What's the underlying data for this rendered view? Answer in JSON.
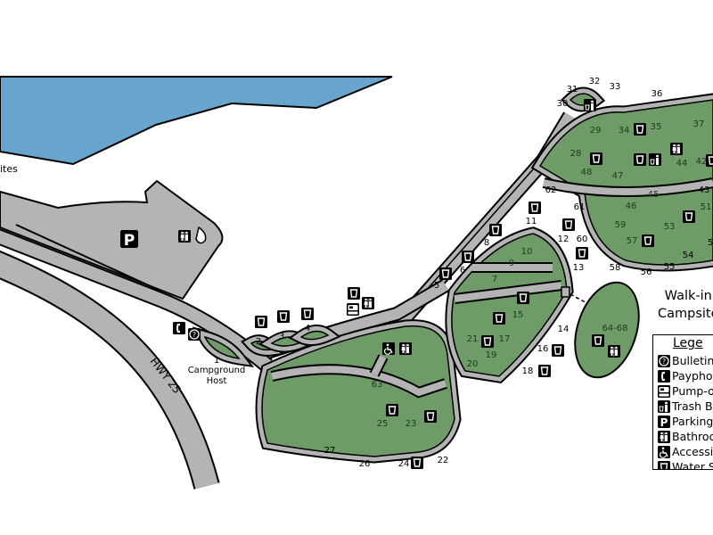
{
  "colors": {
    "water": "#68a5cc",
    "road": "#b4b4b4",
    "campsite_area": "#6e9b67",
    "outline": "#000000"
  },
  "labels": {
    "sites_partial": "ites",
    "highway": "HWY 25",
    "campground_host_number": "1",
    "campground_host_line1": "Campground",
    "campground_host_line2": "Host",
    "walk_in_line1": "Walk-in",
    "walk_in_line2": "Campsite"
  },
  "sites": [
    "2",
    "3",
    "4",
    "5",
    "6",
    "7",
    "8",
    "9",
    "10",
    "11",
    "12",
    "13",
    "14",
    "15",
    "16",
    "17",
    "18",
    "19",
    "20",
    "21",
    "22",
    "23",
    "24",
    "25",
    "26",
    "27",
    "28",
    "29",
    "30",
    "31",
    "32",
    "33",
    "34",
    "35",
    "36",
    "37",
    "42",
    "43",
    "44",
    "45",
    "46",
    "47",
    "48",
    "51",
    "5",
    "53",
    "54",
    "55",
    "56",
    "57",
    "58",
    "59",
    "60",
    "61",
    "62",
    "63",
    "64-68"
  ],
  "legend": {
    "title": "Lege",
    "items": [
      {
        "icon": "bulletin-board-icon",
        "label": "Bulletin"
      },
      {
        "icon": "payphone-icon",
        "label": "Paypho"
      },
      {
        "icon": "pump-out-icon",
        "label": "Pump-o"
      },
      {
        "icon": "trash-bin-icon",
        "label": "Trash B"
      },
      {
        "icon": "parking-icon",
        "label": "Parking"
      },
      {
        "icon": "bathroom-icon",
        "label": "Bathroo"
      },
      {
        "icon": "accessible-icon",
        "label": "Accessil"
      },
      {
        "icon": "water-spigot-icon",
        "label": "Water S"
      }
    ]
  }
}
